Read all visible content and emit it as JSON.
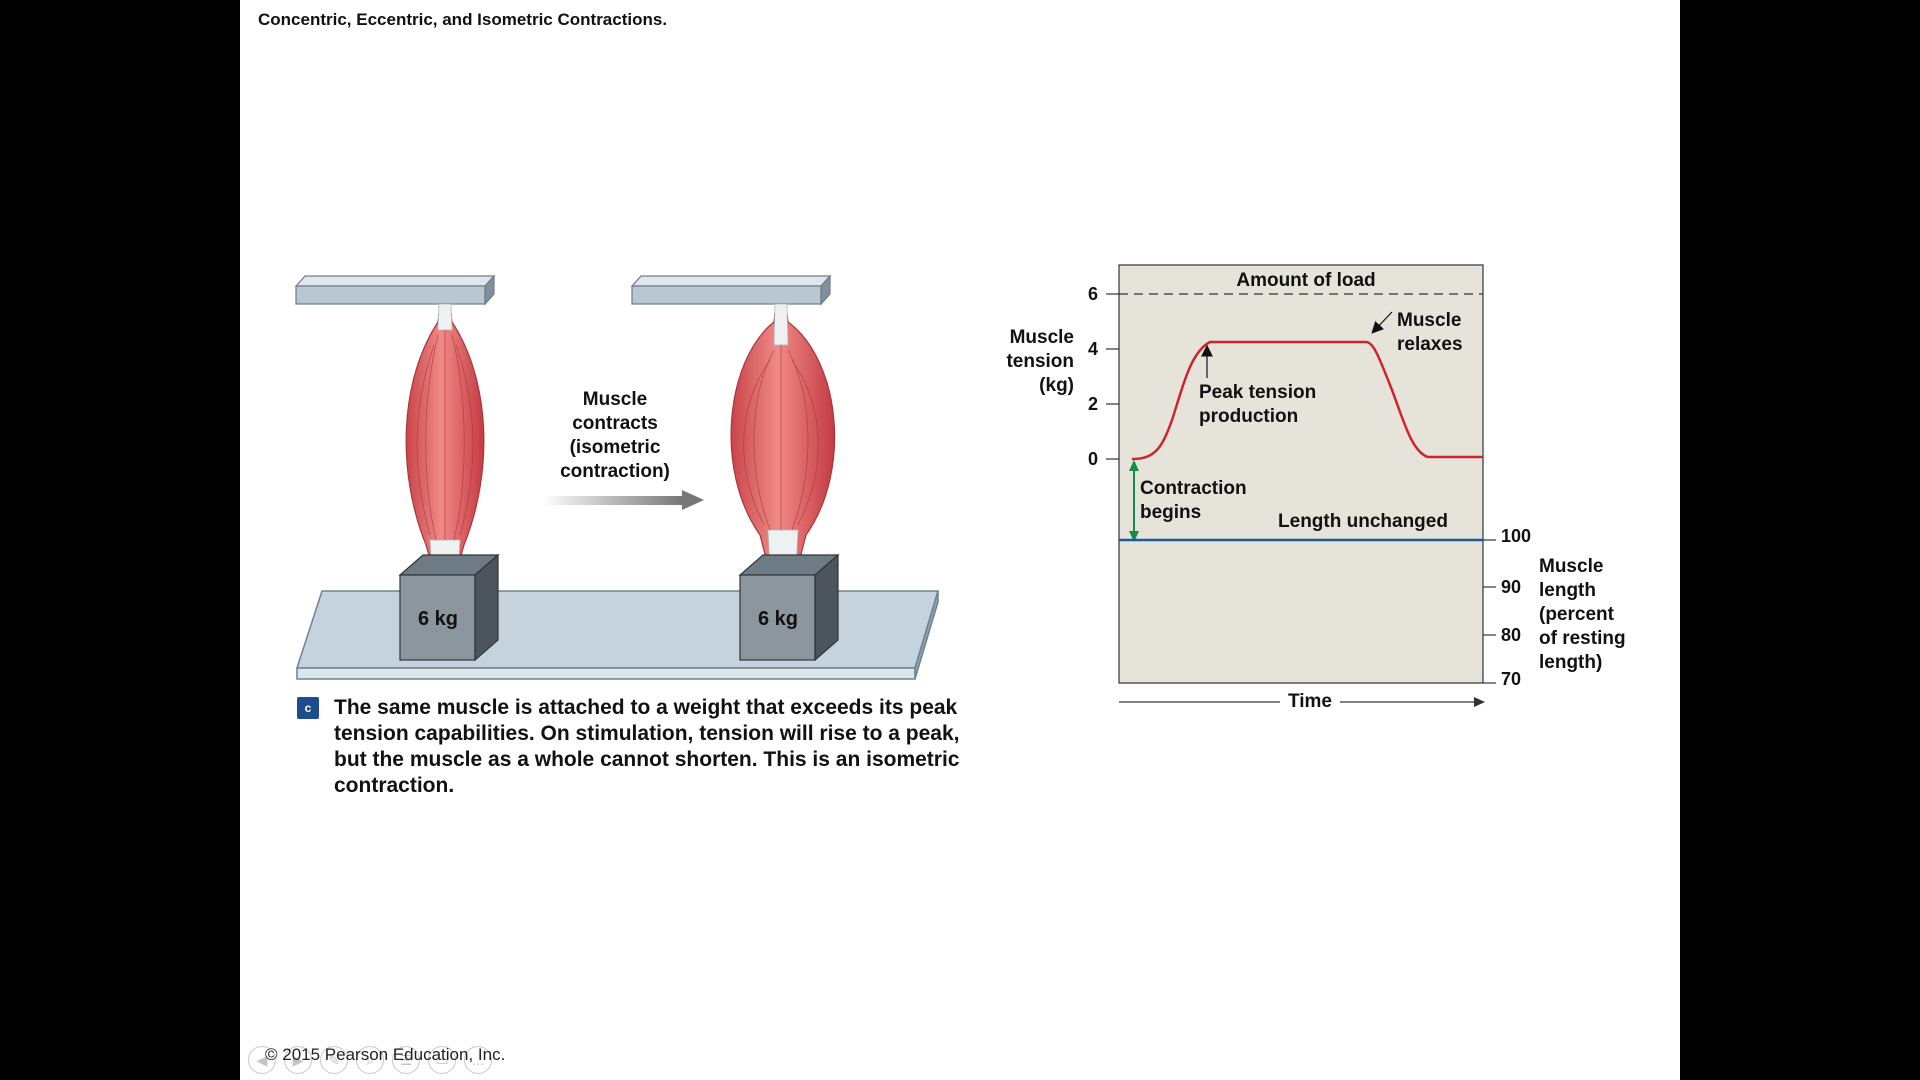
{
  "slide": {
    "title": "Concentric, Eccentric, and Isometric Contractions.",
    "copyright": "© 2015 Pearson Education, Inc."
  },
  "illustration": {
    "weight_left": "6 kg",
    "weight_right": "6 kg",
    "arrow_label": [
      "Muscle",
      "contracts",
      "(isometric",
      "contraction)"
    ]
  },
  "caption": {
    "letter": "c",
    "text": "The same muscle is attached to a weight that exceeds its peak tension capabilities. On stimulation, tension will rise to a peak, but the muscle as a whole cannot shorten. This is an isometric contraction."
  },
  "graph": {
    "load_label": "Amount of load",
    "y_left_title": [
      "Muscle",
      "tension",
      "(kg)"
    ],
    "y_left_ticks": [
      "6",
      "4",
      "2",
      "0"
    ],
    "y_right_title": [
      "Muscle",
      "length",
      "(percent",
      "of resting",
      "length)"
    ],
    "y_right_ticks": [
      "100",
      "90",
      "80",
      "70"
    ],
    "x_label": "Time",
    "annotations": {
      "peak": [
        "Peak tension",
        "production"
      ],
      "relaxes": [
        "Muscle",
        "relaxes"
      ],
      "begins": [
        "Contraction",
        "begins"
      ],
      "length_unchanged": "Length unchanged"
    },
    "colors": {
      "tension_curve": "#d0242c",
      "length_line": "#1d5a9c",
      "begin_arrow": "#1a8a4a",
      "plot_bg": "#e5e3da"
    }
  },
  "nav": {
    "buttons": [
      "◀",
      "▶",
      "✎",
      "⌕",
      "☰",
      "▭",
      "…"
    ]
  }
}
